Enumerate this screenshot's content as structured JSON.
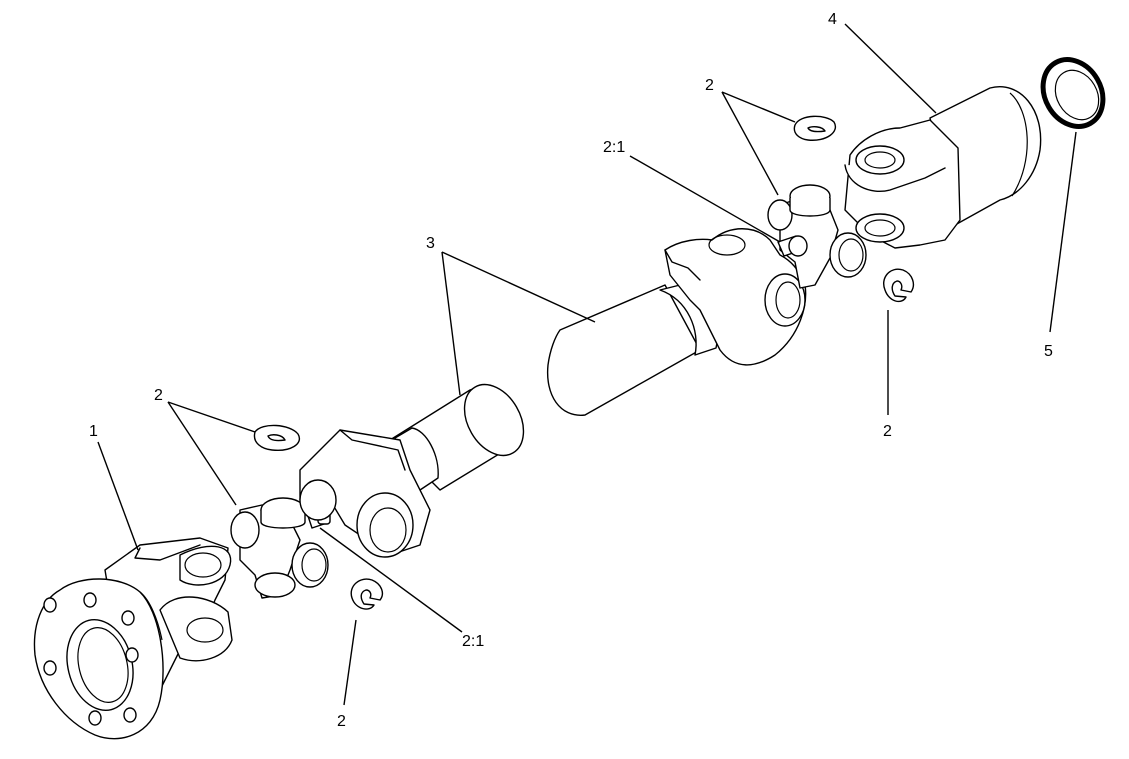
{
  "diagram": {
    "callouts": {
      "c1": "1",
      "c2_a": "2",
      "c2_b": "2",
      "c2_c": "2",
      "c2_d": "2",
      "c21_a": "2:1",
      "c21_b": "2:1",
      "c3": "3",
      "c4": "4",
      "c5": "5"
    }
  }
}
